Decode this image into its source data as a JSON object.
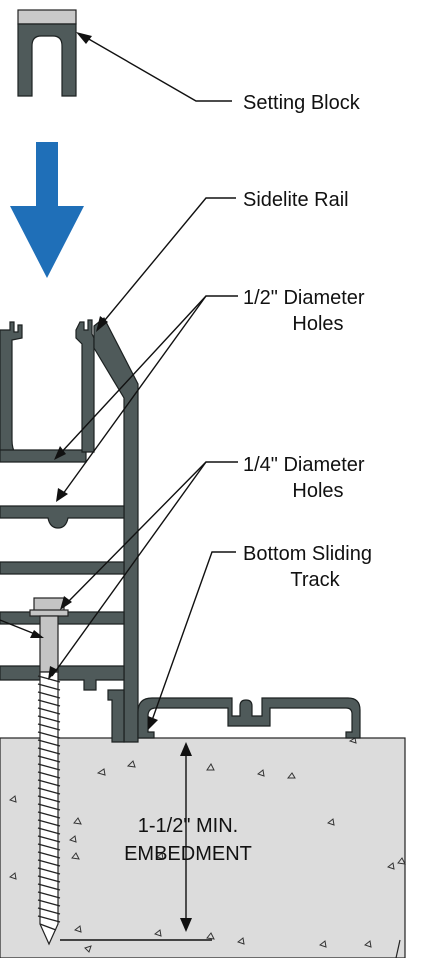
{
  "labels": {
    "setting_block": "Setting Block",
    "sidelite_rail": "Sidelite Rail",
    "half_inch_line1": "1/2\" Diameter",
    "half_inch_line2": "Holes",
    "quarter_inch_line1": "1/4\" Diameter",
    "quarter_inch_line2": "Holes",
    "bottom_track_line1": "Bottom Sliding",
    "bottom_track_line2": "Track",
    "embedment_line1": "1-1/2\" MIN.",
    "embedment_line2": "EMBEDMENT"
  },
  "colors": {
    "aluminum": "#4f5a5a",
    "aluminum_dark": "#2b3131",
    "concrete": "#dcdcdc",
    "arrow_blue": "#1f6fb8",
    "gasket": "#c9c9c9",
    "bolt": "#c4c4c4",
    "text": "#111111"
  },
  "icons": {
    "down_arrow": "blue-down-arrow-icon"
  }
}
